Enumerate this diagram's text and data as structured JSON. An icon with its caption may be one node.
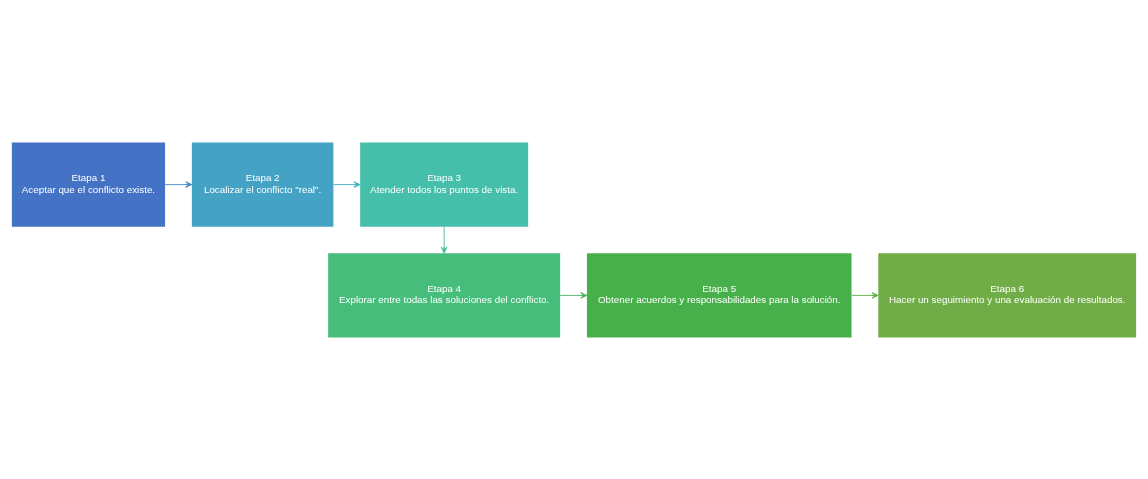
{
  "diagram": {
    "nodes": [
      {
        "text": [
          "Etapa 1",
          "Aceptar que el conflicto existe."
        ]
      },
      {
        "text": [
          "Etapa 2",
          "Localizar el conflicto \"real\"."
        ]
      },
      {
        "text": [
          "Etapa 3",
          "Atender todos los puntos de vista."
        ]
      },
      {
        "text": [
          "Etapa 4",
          "Explorar entre todas las soluciones del conflicto."
        ]
      },
      {
        "text": [
          "Etapa 5",
          "Obtener acuerdos y responsabilidades para la solución."
        ]
      },
      {
        "text": [
          "Etapa 6",
          "Hacer un seguimiento y una evaluación de resultados."
        ]
      }
    ],
    "edges": [
      {
        "from": 0,
        "to": 1,
        "arrow": "to",
        "color": "#4a8ac4"
      },
      {
        "from": 1,
        "to": 2,
        "arrow": "to",
        "color": "#44b0c0"
      },
      {
        "from": 2,
        "to": 3,
        "arrow": "to",
        "color": "#46be90"
      },
      {
        "from": 3,
        "to": 4,
        "arrow": "to",
        "color": "#47b662"
      },
      {
        "from": 4,
        "to": 5,
        "arrow": "to",
        "color": "#5cae48"
      }
    ]
  }
}
